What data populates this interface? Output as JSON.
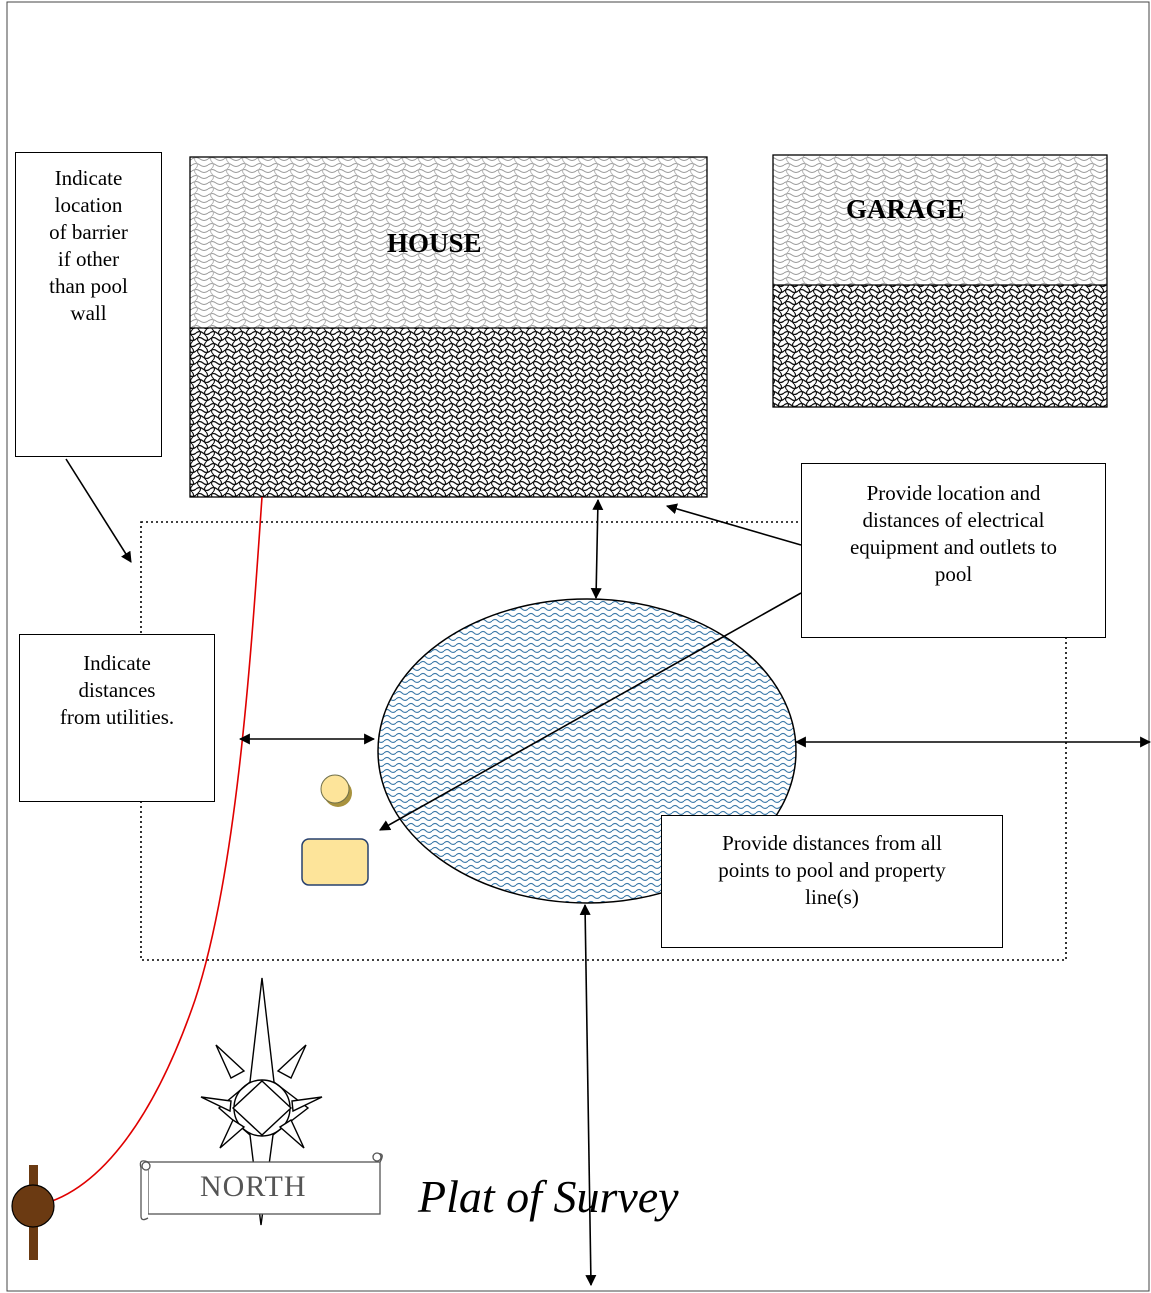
{
  "buildings": {
    "house": {
      "label": "HOUSE"
    },
    "garage": {
      "label": "GARAGE"
    }
  },
  "notes": {
    "barrier": "Indicate\nlocation\nof barrier\nif other\nthan pool\nwall",
    "utilities": "Indicate\ndistances\nfrom utilities.",
    "electrical": "Provide location and\ndistances of electrical\nequipment and outlets to\npool",
    "property_line": "Provide distances from all\npoints to pool and property\nline(s)"
  },
  "compass": {
    "label": "NORTH"
  },
  "title": "Plat of Survey",
  "colors": {
    "utility_line": "#e00000",
    "utility_pole": "#6b3a12",
    "pool_pattern": "#3a78a8",
    "equipment_fill": "#fde49a"
  }
}
